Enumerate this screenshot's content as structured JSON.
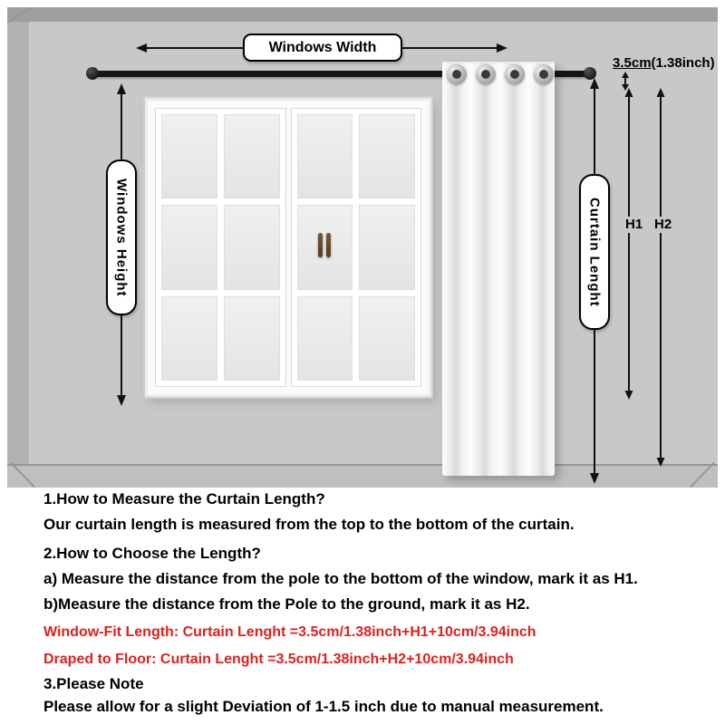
{
  "diagram": {
    "windows_width_label": "Windows Width",
    "windows_height_label": "Windows Height",
    "curtain_length_label": "Curtain Lenght",
    "pole_gap_value": "3.5cm",
    "pole_gap_unit": "(1.38inch)",
    "h1_label": "H1",
    "h2_label": "H2"
  },
  "instructions": {
    "lines": [
      {
        "text": "1.How to Measure the Curtain Length?",
        "style": "black"
      },
      {
        "text": "Our curtain length is measured from the top to the bottom of the curtain.",
        "style": "black"
      },
      {
        "text": "2.How to Choose the Length?",
        "style": "black"
      },
      {
        "text": "a) Measure the distance from the pole to the bottom of the window, mark it as H1.",
        "style": "black"
      },
      {
        "text": "b)Measure the distance from the Pole to the ground, mark it as H2.",
        "style": "black"
      },
      {
        "text": "Window-Fit Length: Curtain Lenght =3.5cm/1.38inch+H1+10cm/3.94inch",
        "style": "red"
      },
      {
        "text": "Draped to Floor: Curtain Lenght =3.5cm/1.38inch+H2+10cm/3.94inch",
        "style": "red"
      },
      {
        "text": "3.Please Note",
        "style": "black"
      },
      {
        "text": "Please allow for a slight Deviation of 1-1.5 inch due to manual measurement.",
        "style": "black"
      }
    ]
  },
  "colors": {
    "wall": "#c8c8c8",
    "accent_red": "#e0201a"
  }
}
